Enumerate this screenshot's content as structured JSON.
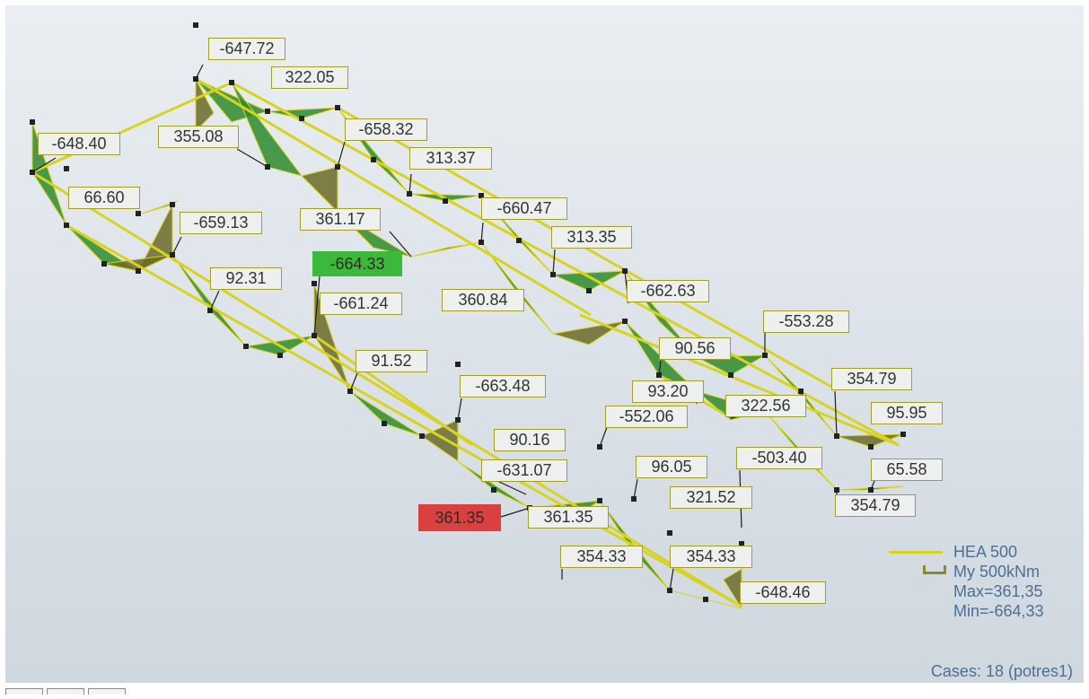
{
  "section": "HEA 500",
  "quantity": "My  500kNm",
  "max_text": "Max=361,35",
  "min_text": "Min=-664,33",
  "cases_text": "Cases: 18 (potres1)",
  "colors": {
    "beam": "#d8d320",
    "moment_green": "#2e8b2e",
    "moment_olive": "#6b6a2a",
    "node": "#222222",
    "label_border": "#a39d2a",
    "max_fill": "#d9403e",
    "min_fill": "#3cb83a",
    "legend_text": "#4d6f93"
  },
  "value_labels": [
    "-647.72",
    "322.05",
    "355.08",
    "-658.32",
    "-648.40",
    "313.37",
    "66.60",
    "-659.13",
    "361.17",
    "-660.47",
    "-664.33",
    "313.35",
    "92.31",
    "-661.24",
    "360.84",
    "-662.63",
    "-553.28",
    "90.56",
    "91.52",
    "-663.48",
    "93.20",
    "354.79",
    "322.56",
    "95.95",
    "-552.06",
    "90.16",
    "96.05",
    "-503.40",
    "-631.07",
    "65.58",
    "321.52",
    "354.79",
    "361.35",
    "361.35",
    "354.33",
    "354.33",
    "-648.46"
  ]
}
